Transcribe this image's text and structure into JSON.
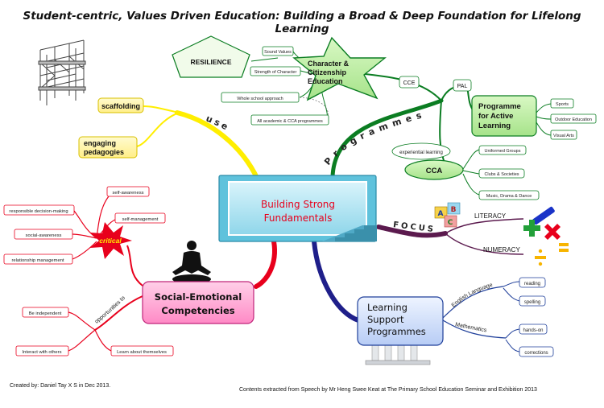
{
  "title": "Student-centric, Values Driven Education: Building a Broad & Deep Foundation for Lifelong Learning",
  "center": {
    "line1": "Building Strong",
    "line2": "Fundamentals"
  },
  "use": {
    "label": "use",
    "items": [
      "scaffolding",
      "engaging",
      "pedagogies"
    ]
  },
  "programmes": {
    "label": "Programmes",
    "cce": {
      "short": "CCE",
      "title": [
        "Character &",
        "Citizenship",
        "Education"
      ],
      "items": [
        "Sound Values",
        "Strength of Character",
        "Whole school approach",
        "All academic & CCA programmes"
      ],
      "resilience": "RESILIENCE"
    },
    "pal": {
      "short": "PAL",
      "title": [
        "Programme",
        "for Active",
        "Learning"
      ],
      "items": [
        "Sports",
        "Outdoor Education",
        "Visual Arts"
      ]
    },
    "cca": {
      "short": "CCA",
      "note": "experiential learning",
      "items": [
        "Uniformed Groups",
        "Clubs & Societies",
        "Music, Drama & Dance"
      ]
    }
  },
  "focus": {
    "label": "FOCUS",
    "items": [
      "LITERACY",
      "NUMERACY"
    ],
    "blocks": [
      "A",
      "B",
      "C"
    ]
  },
  "sec": {
    "title": [
      "Social-Emotional",
      "Competencies"
    ],
    "critical": "critical",
    "critical_items": [
      "self-awareness",
      "self-management",
      "responsible decision-making",
      "social-awareness",
      "relationship management"
    ],
    "opps_label": "opportunities to",
    "opps_items": [
      "Be independent",
      "Interact with others",
      "Learn about themselves"
    ]
  },
  "lsp": {
    "title": [
      "Learning",
      "Support",
      "Programmes"
    ],
    "english": "English Language",
    "english_items": [
      "reading",
      "spelling"
    ],
    "maths": "Mathematics",
    "maths_items": [
      "hands-on",
      "corrections"
    ]
  },
  "footer": {
    "left": "Created by: Daniel Tay X S in Dec 2013.",
    "right": "Contents extracted from Speech by Mr Heng Swee Keat at The Primary School Education Seminar and Exhibition 2013"
  }
}
